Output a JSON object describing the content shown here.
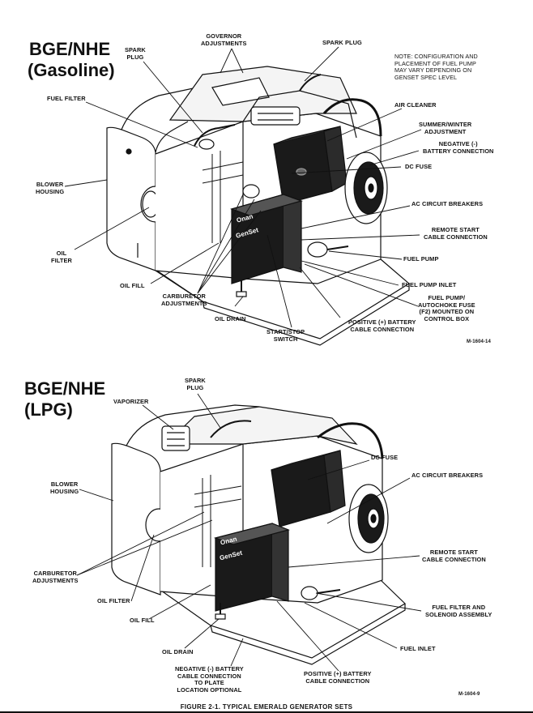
{
  "figure_caption": "FIGURE 2-1.   TYPICAL EMERALD GENERATOR SETS",
  "top": {
    "title_line1": "BGE/NHE",
    "title_line2": "(Gasoline)",
    "note": "NOTE: CONFIGURATION AND\nPLACEMENT OF FUEL PUMP\nMAY VARY DEPENDING ON\nGENSET SPEC LEVEL",
    "drawing_code": "M-1604-14",
    "brand_text_1": "Onan",
    "brand_text_2": "GenSet",
    "labels": {
      "spark_plug_left": "SPARK\nPLUG",
      "governor_adjustments": "GOVERNOR\nADJUSTMENTS",
      "spark_plug_right": "SPARK PLUG",
      "fuel_filter": "FUEL FILTER",
      "air_cleaner": "AIR CLEANER",
      "summer_winter_adjustment": "SUMMER/WINTER\nADJUSTMENT",
      "negative_battery_connection": "NEGATIVE (-)\nBATTERY CONNECTION",
      "dc_fuse": "DC FUSE",
      "blower_housing": "BLOWER\nHOUSING",
      "ac_circuit_breakers": "AC CIRCUIT BREAKERS",
      "remote_start_cable_connection": "REMOTE START\nCABLE CONNECTION",
      "oil_filter": "OIL\nFILTER",
      "fuel_pump": "FUEL PUMP",
      "oil_fill": "OIL FILL",
      "fuel_pump_inlet": "FUEL PUMP INLET",
      "carburetor_adjustments": "CARBURETOR\nADJUSTMENTS",
      "fuel_pump_autochoke_fuse": "FUEL PUMP/\nAUTOCHOKE FUSE\n(F2) MOUNTED ON\nCONTROL BOX",
      "oil_drain": "OIL DRAIN",
      "positive_battery_cable_connection": "POSITIVE (+) BATTERY\nCABLE CONNECTION",
      "start_stop_switch": "START/STOP\nSWITCH"
    }
  },
  "bottom": {
    "title_line1": "BGE/NHE",
    "title_line2": "(LPG)",
    "drawing_code": "M-1604-9",
    "brand_text_1": "Onan",
    "brand_text_2": "GenSet",
    "labels": {
      "spark_plug": "SPARK\nPLUG",
      "vaporizer": "VAPORIZER",
      "dc_fuse": "DC FUSE",
      "ac_circuit_breakers": "AC CIRCUIT BREAKERS",
      "blower_housing": "BLOWER\nHOUSING",
      "remote_start_cable_connection": "REMOTE START\nCABLE CONNECTION",
      "carburetor_adjustments": "CARBURETOR\nADJUSTMENTS",
      "oil_filter": "OIL FILTER",
      "fuel_filter_solenoid_assembly": "FUEL FILTER AND\nSOLENOID ASSEMBLY",
      "oil_fill": "OIL FILL",
      "fuel_inlet": "FUEL INLET",
      "oil_drain": "OIL DRAIN",
      "negative_battery_cable_connection": "NEGATIVE (-) BATTERY\nCABLE CONNECTION\nTO PLATE\nLOCATION OPTIONAL",
      "positive_battery_cable_connection": "POSITIVE (+) BATTERY\nCABLE CONNECTION"
    }
  }
}
